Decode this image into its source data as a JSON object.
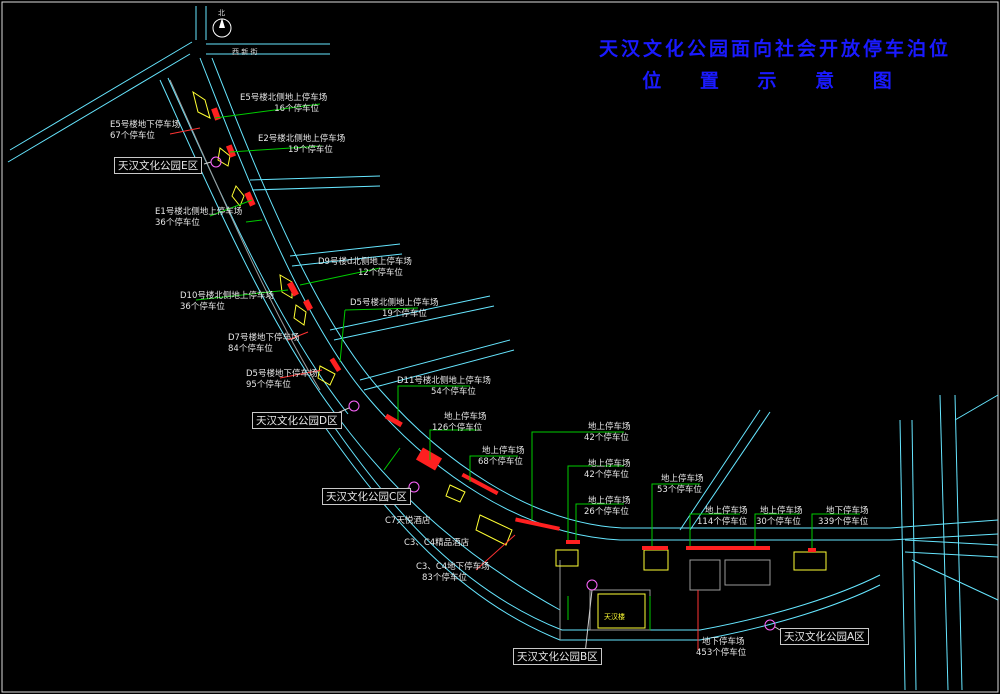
{
  "title": {
    "line1": "天汉文化公园面向社会开放停车泊位",
    "line2": "位 置 示 意 图"
  },
  "north_label": "北",
  "roads": {
    "xisijie": "西 新 街"
  },
  "zones": {
    "e": "天汉文化公园E区",
    "d": "天汉文化公园D区",
    "c": "天汉文化公园C区",
    "b": "天汉文化公园B区",
    "a": "天汉文化公园A区"
  },
  "parking": [
    {
      "name": "E5号楼北侧地上停车场",
      "count": "16个停车位"
    },
    {
      "name": "E5号楼地下停车场",
      "count": "67个停车位"
    },
    {
      "name": "E2号楼北侧地上停车场",
      "count": "19个停车位"
    },
    {
      "name": "E1号楼北侧地上停车场",
      "count": "36个停车位"
    },
    {
      "name": "D9号楼d北侧地上停车场",
      "count": "12个停车位"
    },
    {
      "name": "D10号楼北侧地上停车场",
      "count": "36个停车位"
    },
    {
      "name": "D5号楼北侧地上停车场",
      "count": "19个停车位"
    },
    {
      "name": "D7号楼地下停车场",
      "count": "84个停车位"
    },
    {
      "name": "D5号楼地下停车场",
      "count": "95个停车位"
    },
    {
      "name": "D11号楼北侧地上停车场",
      "count": "54个停车位"
    },
    {
      "name": "地上停车场",
      "count": "126个停车位"
    },
    {
      "name": "地上停车场",
      "count": "68个停车位"
    },
    {
      "name": "地上停车场",
      "count": "42个停车位"
    },
    {
      "name": "地上停车场",
      "count": "42个停车位"
    },
    {
      "name": "地上停车场",
      "count": "26个停车位"
    },
    {
      "name": "地上停车场",
      "count": "53个停车位"
    },
    {
      "name": "地上停车场",
      "count": "114个停车位"
    },
    {
      "name": "地上停车场",
      "count": "30个停车位"
    },
    {
      "name": "地下停车场",
      "count": "339个停车位"
    },
    {
      "name": "地下停车场",
      "count": "453个停车位"
    },
    {
      "name": "C3、C4地下停车场",
      "count": "83个停车位"
    }
  ],
  "buildings": {
    "c7": "C7天悦酒店",
    "c3c4": "C3、C4精品酒店",
    "museum": "天汉楼"
  },
  "colors": {
    "road": "#66e6ff",
    "title": "#1a1aff",
    "leader": "#00cc00",
    "leader_red": "#ff3333",
    "highlight": "#ff2020",
    "building": "#ffff33"
  }
}
